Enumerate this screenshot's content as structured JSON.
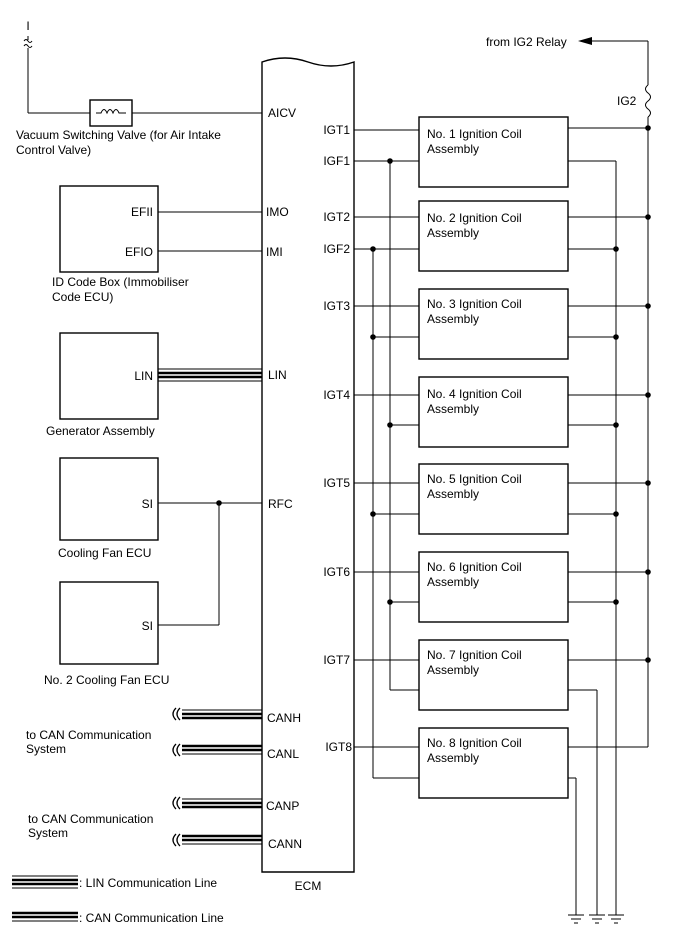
{
  "ecm": {
    "label": "ECM",
    "pins": {
      "aicv": "AICV",
      "imo": "IMO",
      "imi": "IMI",
      "lin": "LIN",
      "rfc": "RFC",
      "canh": "CANH",
      "canl": "CANL",
      "canp": "CANP",
      "cann": "CANN",
      "igt1": "IGT1",
      "igf1": "IGF1",
      "igt2": "IGT2",
      "igf2": "IGF2",
      "igt3": "IGT3",
      "igt4": "IGT4",
      "igt5": "IGT5",
      "igt6": "IGT6",
      "igt7": "IGT7",
      "igt8": "IGT8"
    }
  },
  "power": {
    "source": "I",
    "ig2_relay": "from IG2 Relay",
    "ig2_fuse": "IG2"
  },
  "vsv": {
    "label_line1": "Vacuum Switching Valve (for Air Intake",
    "label_line2": "Control Valve)"
  },
  "id_code_box": {
    "pin_efii": "EFII",
    "pin_efio": "EFIO",
    "label_line1": "ID Code Box (Immobiliser",
    "label_line2": "Code ECU)"
  },
  "generator": {
    "pin": "LIN",
    "label": "Generator Assembly"
  },
  "cooling_fan": {
    "pin": "SI",
    "label": "Cooling Fan ECU"
  },
  "cooling_fan2": {
    "pin": "SI",
    "label": "No. 2 Cooling Fan ECU"
  },
  "can1": {
    "line1": "to CAN Communication",
    "line2": "System"
  },
  "can2": {
    "line1": "to CAN Communication",
    "line2": "System"
  },
  "coils": [
    {
      "line1": "No. 1 Ignition Coil",
      "line2": "Assembly"
    },
    {
      "line1": "No. 2 Ignition Coil",
      "line2": "Assembly"
    },
    {
      "line1": "No. 3 Ignition Coil",
      "line2": "Assembly"
    },
    {
      "line1": "No. 4 Ignition Coil",
      "line2": "Assembly"
    },
    {
      "line1": "No. 5 Ignition Coil",
      "line2": "Assembly"
    },
    {
      "line1": "No. 6 Ignition Coil",
      "line2": "Assembly"
    },
    {
      "line1": "No. 7 Ignition Coil",
      "line2": "Assembly"
    },
    {
      "line1": "No. 8 Ignition Coil",
      "line2": "Assembly"
    }
  ],
  "legend": {
    "lin": ": LIN Communication Line",
    "can": ": CAN Communication Line"
  }
}
